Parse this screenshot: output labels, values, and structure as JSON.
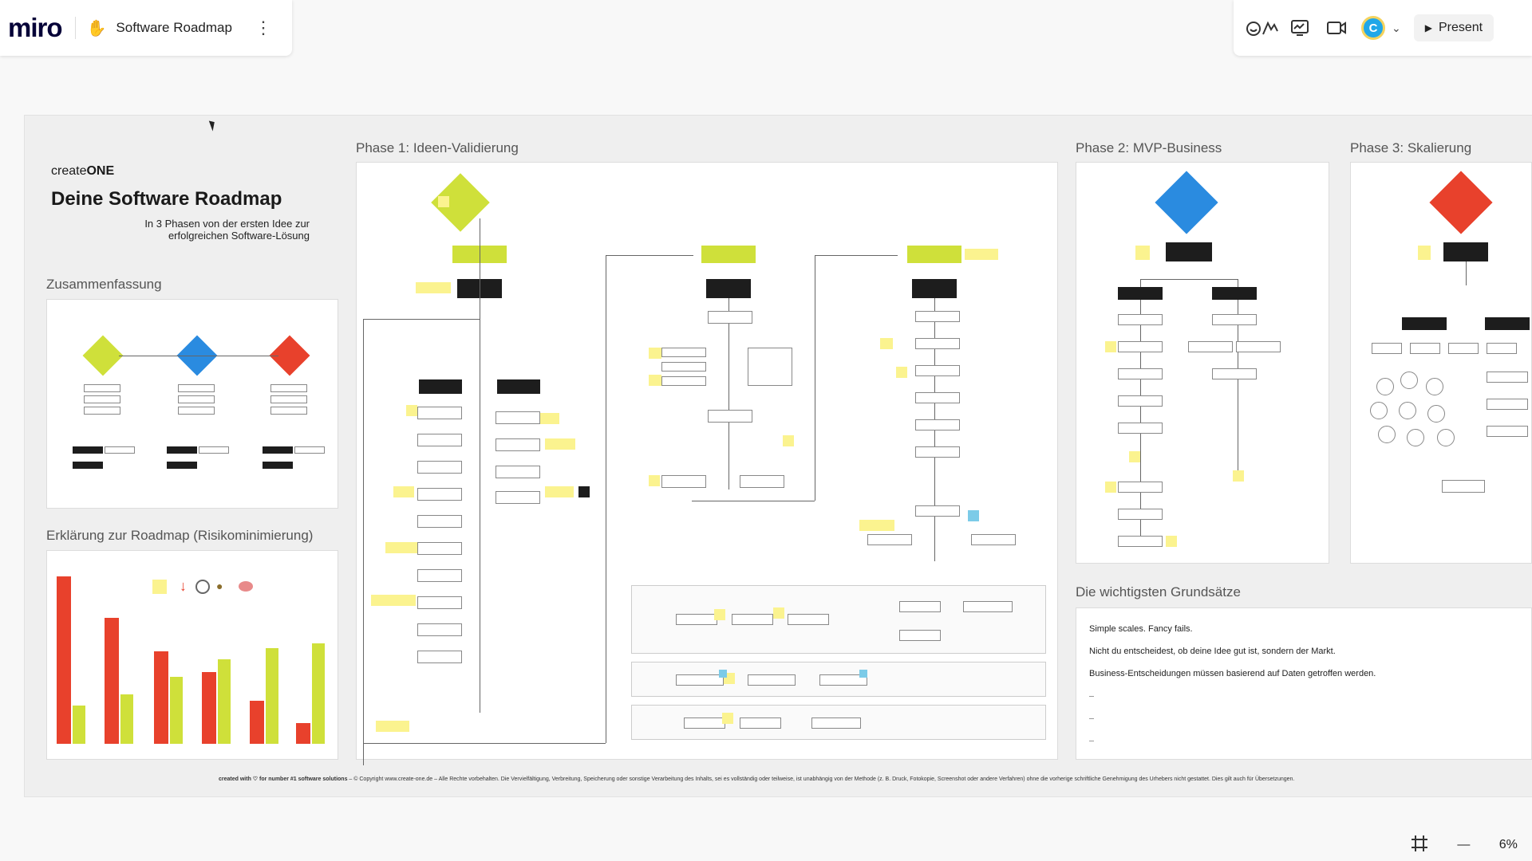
{
  "app": {
    "logo": "miro",
    "board_name": "Software Roadmap",
    "board_icon": "hand-icon"
  },
  "toolbar": {
    "present_label": "Present",
    "avatar_letter": "C"
  },
  "board": {
    "brand_prefix": "create",
    "brand_suffix": "ONE",
    "main_title": "Deine Software Roadmap",
    "subtitle_line1": "In 3 Phasen von der ersten Idee zur",
    "subtitle_line2": "erfolgreichen Software-Lösung",
    "summary_title": "Zusammenfassung",
    "risk_title": "Erklärung zur Roadmap (Risikominimierung)",
    "phase1_title": "Phase 1: Ideen-Validierung",
    "phase2_title": "Phase 2: MVP-Business",
    "phase3_title": "Phase 3: Skalierung",
    "principles_title": "Die wichtigsten Grundsätze",
    "principles": [
      "Simple scales. Fancy fails.",
      "Nicht du entscheidest, ob deine Idee gut ist, sondern der Markt.",
      "Business-Entscheidungen müssen basierend auf Daten getroffen werden."
    ],
    "footer_bold": "created with ♡ for number #1 software solutions",
    "footer_text": " – © Copyright www.create-one.de – Alle Rechte vorbehalten. Die Vervielfältigung, Verbreitung, Speicherung oder sonstige Verarbeitung des Inhalts, sei es vollständig oder teilweise, ist unabhängig von der Methode (z. B. Druck, Fotokopie, Screenshot oder andere Verfahren) ohne die vorherige schriftliche Genehmigung des Urhebers nicht gestattet. Dies gilt auch für Übersetzungen."
  },
  "zoom": {
    "level": "6%"
  },
  "colors": {
    "green": "#cfe03a",
    "blue": "#2a8be0",
    "red": "#e8412c",
    "sticky": "#fbf38f"
  }
}
